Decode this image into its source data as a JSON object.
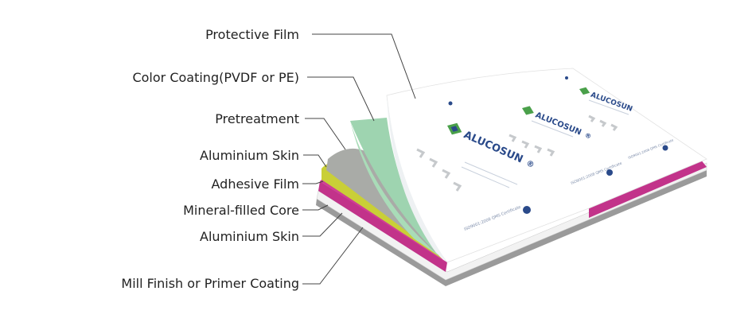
{
  "labels": [
    "Protective Film",
    "Color Coating(PVDF or PE)",
    "Pretreatment",
    "Aluminium Skin",
    "Adhesive Film",
    "Mineral-filled Core",
    "Aluminium Skin",
    "Mill Finish or Primer Coating"
  ],
  "panel": {
    "brand": "ALUCOSUN",
    "registered_mark": "®",
    "certificate": "ISO9001:2008 QMS Certificate"
  },
  "colors": {
    "protective_film": "#ffffff",
    "color_coating": "#9ed4b0",
    "pretreatment": "#a8aaa6",
    "aluminium_skin_top": "#c9cf37",
    "adhesive_film": "#c2338a",
    "core": "#f4f4f4",
    "edge_shadow": "#8f8f8f",
    "brand_blue": "#2a4a8a",
    "brand_green": "#4aa04a"
  }
}
